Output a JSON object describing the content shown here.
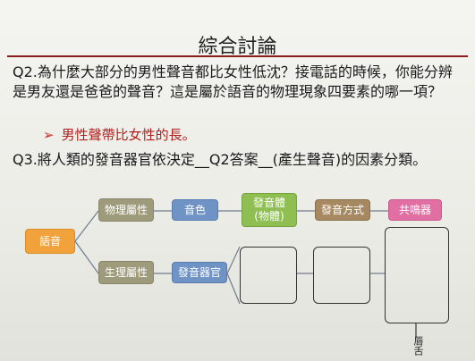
{
  "slide": {
    "title": "綜合討論",
    "q2": "Q2.為什麼大部分的男性聲音都比女性低沈？接電話的時候，你能分辨是男友還是爸爸的聲音？這是屬於語音的物理現象四要素的哪一項？",
    "answer_bullet": "➢",
    "answer": "男性聲帶比女性的長。",
    "q3": "Q3.將人類的發音器官依決定__Q2答案__(產生聲音)的因素分類。"
  },
  "diagram": {
    "root": "語音",
    "branch_physical": "物理屬性",
    "branch_physiological": "生理屬性",
    "timbre": "音色",
    "sound_body": "發音體\n(物體)",
    "method": "發音方式",
    "resonator": "共鳴器",
    "organ": "發音器官",
    "vertical_label": "唇舌"
  },
  "colors": {
    "title_rule": "#8b1c1c",
    "answer_text": "#b0201e",
    "root": "#f2a23a",
    "olive": "#9e9b7c",
    "blue": "#6e93c4",
    "green": "#8fbf52",
    "brown": "#a68960",
    "pink": "#e26fa4"
  }
}
